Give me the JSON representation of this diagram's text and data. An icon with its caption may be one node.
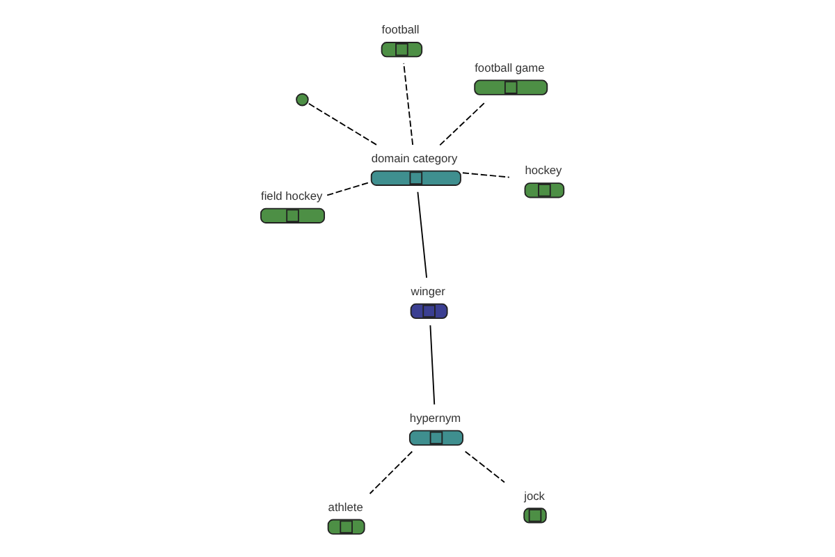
{
  "diagram": {
    "nodes": [
      {
        "text": [],
        "shape": "circle"
      },
      {
        "text": [
          "hockey"
        ]
      },
      {
        "text": [
          "field hockey"
        ]
      },
      {
        "text": [
          "domain category"
        ]
      },
      {
        "text": [
          "football game"
        ]
      },
      {
        "text": [
          "football"
        ]
      },
      {
        "text": [
          "jock"
        ]
      },
      {
        "text": [
          "winger"
        ]
      },
      {
        "text": [
          "athlete"
        ]
      },
      {
        "text": [
          "hypernym"
        ]
      }
    ],
    "edges": [
      {
        "from": 7,
        "to": 3,
        "arrow": "none"
      },
      {
        "from": 7,
        "to": 9,
        "arrow": "none"
      },
      {
        "from": 3,
        "to": 0,
        "arrow": "none",
        "style": "dashed"
      },
      {
        "from": 3,
        "to": 1,
        "arrow": "none",
        "style": "dashed"
      },
      {
        "from": 3,
        "to": 2,
        "arrow": "none",
        "style": "dashed"
      },
      {
        "from": 3,
        "to": 4,
        "arrow": "none",
        "style": "dashed"
      },
      {
        "from": 3,
        "to": 5,
        "arrow": "none",
        "style": "dashed"
      },
      {
        "from": 9,
        "to": 6,
        "arrow": "none",
        "style": "dashed"
      },
      {
        "from": 9,
        "to": 8,
        "arrow": "none",
        "style": "dashed"
      }
    ]
  }
}
